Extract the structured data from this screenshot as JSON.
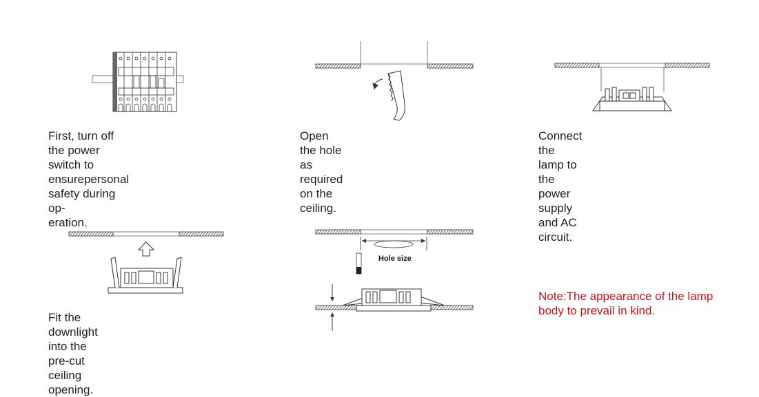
{
  "steps": [
    {
      "caption_lines": [
        "First, turn off the power switch to",
        "ensurepersonal safety during op-",
        "eration."
      ]
    },
    {
      "caption_lines": [
        "Open the hole as required on the",
        "ceiling."
      ]
    },
    {
      "caption_lines": [
        "Connect the lamp to the power",
        "supply and AC circuit."
      ]
    },
    {
      "caption_lines": [
        "Fit the downlight into the pre-cut",
        "ceiling opening."
      ]
    },
    {
      "hole_label": "Hole size"
    }
  ],
  "note": {
    "lines": [
      "Note:The appearance of the lamp",
      "body to prevail in kind."
    ],
    "color": "#d0101c"
  },
  "icons": [
    "breaker-icon",
    "saw-icon",
    "downlight-icon",
    "up-arrow-icon",
    "ceiling-panel"
  ]
}
